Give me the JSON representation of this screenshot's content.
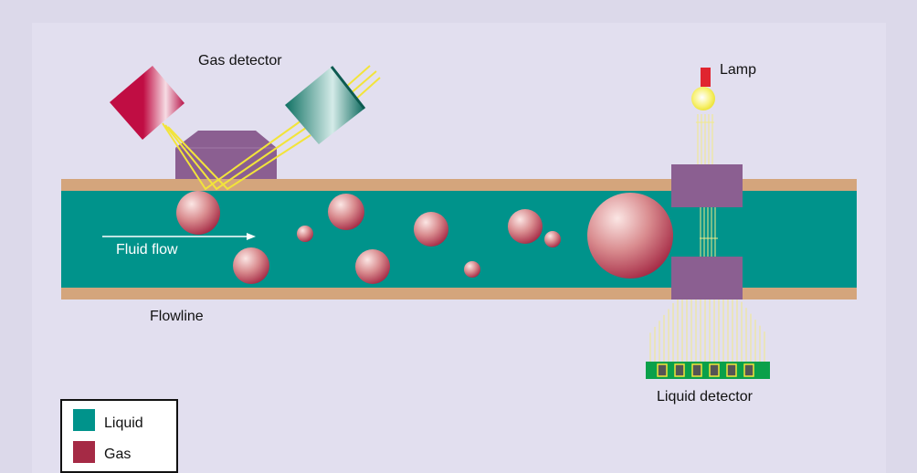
{
  "labels": {
    "gas_detector": "Gas detector",
    "lamp": "Lamp",
    "fluid_flow": "Fluid flow",
    "flowline": "Flowline",
    "liquid_detector": "Liquid detector"
  },
  "legend": [
    {
      "label": "Liquid",
      "color": "#00938b"
    },
    {
      "label": "Gas",
      "color": "#a52a45"
    }
  ],
  "colors": {
    "liquid": "#00938b",
    "pipe_wall": "#d4a57c",
    "window": "#8b5f91",
    "beam": "#f2e43a",
    "lamp": "#e0242f",
    "detector_board": "#0aa04a"
  }
}
